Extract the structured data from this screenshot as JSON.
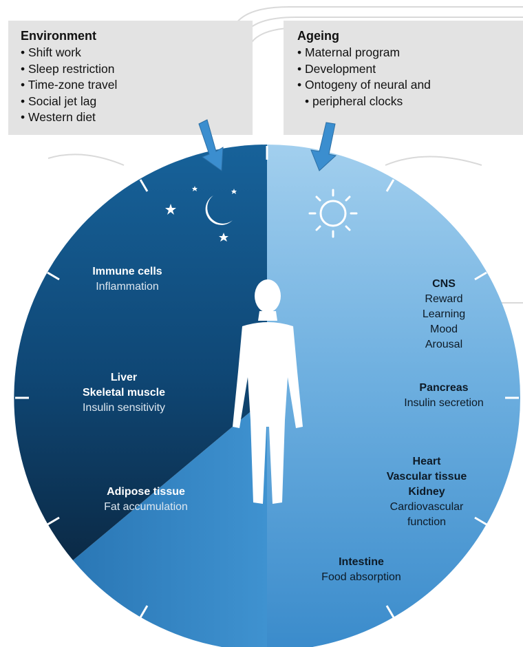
{
  "environment": {
    "title": "Environment",
    "items": [
      "Shift work",
      "Sleep restriction",
      "Time-zone travel",
      "Social jet lag",
      "Western diet"
    ]
  },
  "ageing": {
    "title": "Ageing",
    "items": [
      "Maternal program",
      "Development",
      "Ontogeny of neural and",
      "peripheral clocks"
    ]
  },
  "night_tissues": [
    {
      "organ": [
        "Immune cells"
      ],
      "function": "Inflammation"
    },
    {
      "organ": [
        "Liver",
        "Skeletal muscle"
      ],
      "function": "Insulin sensitivity"
    },
    {
      "organ": [
        "Adipose tissue"
      ],
      "function": "Fat accumulation"
    }
  ],
  "day_tissues": [
    {
      "organ": [
        "CNS"
      ],
      "function": [
        "Reward",
        "Learning",
        "Mood",
        "Arousal"
      ]
    },
    {
      "organ": [
        "Pancreas"
      ],
      "function": [
        "Insulin secretion"
      ]
    },
    {
      "organ": [
        "Heart",
        "Vascular tissue",
        "Kidney"
      ],
      "function": [
        "Cardiovascular",
        "function"
      ]
    },
    {
      "organ": [
        "Intestine"
      ],
      "function": [
        "Food absorption"
      ]
    }
  ],
  "icons": {
    "night": "moon-and-stars-icon",
    "day": "sun-icon",
    "center": "human-figure-icon",
    "arrows": "down-arrow-icon"
  },
  "colors": {
    "night_dark": "#0d2a45",
    "night_mid": "#165a8d",
    "day_light": "#8fc3e6",
    "day_mid": "#3f90cc",
    "box_bg": "#e3e3e3",
    "arrow": "#3b8ecf"
  }
}
